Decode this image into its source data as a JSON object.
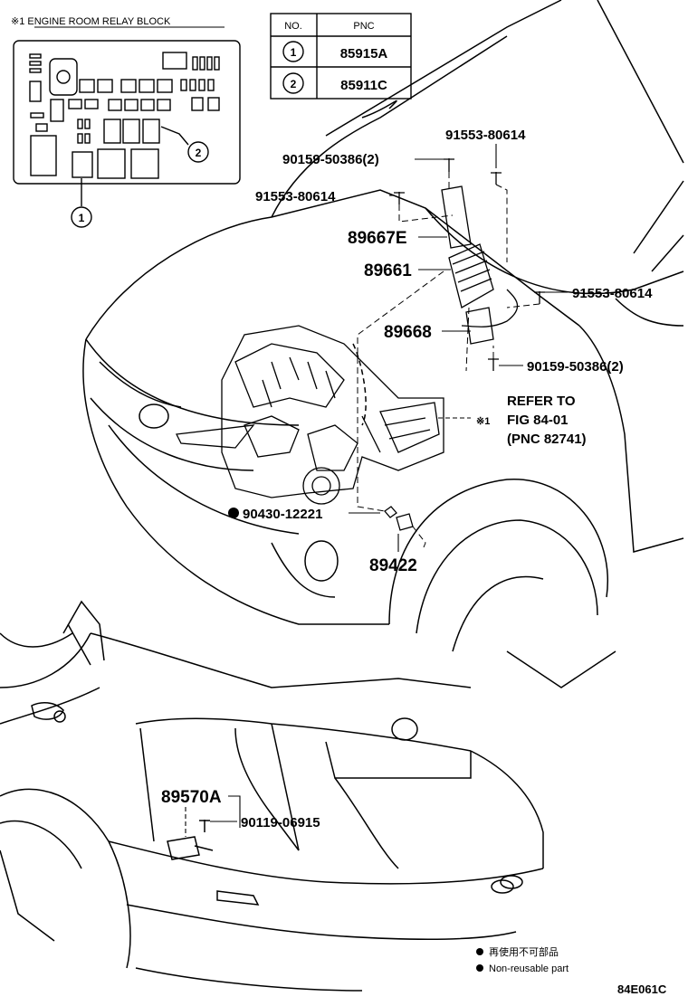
{
  "relay_block": {
    "title": "※1  ENGINE ROOM RELAY BLOCK",
    "callout_1": "1",
    "callout_2": "2"
  },
  "pnc_table": {
    "headers": [
      "NO.",
      "PNC"
    ],
    "rows": [
      {
        "no": "1",
        "pnc": "85915A"
      },
      {
        "no": "2",
        "pnc": "85911C"
      }
    ]
  },
  "parts": {
    "p1": "91553-80614",
    "p2": "90159-50386(2)",
    "p3": "91553-80614",
    "p4": "89667E",
    "p5": "89661",
    "p6": "91553-80614",
    "p7": "89668",
    "p8": "90159-50386(2)",
    "p9": "90430-12221",
    "p10": "89422",
    "p11": "89570A",
    "p12": "90119-06915"
  },
  "refer": {
    "mark": "※1",
    "line1": "REFER TO",
    "line2": "FIG 84-01",
    "line3": "(PNC 82741)"
  },
  "legend": {
    "jp": "再使用不可部品",
    "en": "Non-reusable part"
  },
  "figure_code": "84E061C"
}
